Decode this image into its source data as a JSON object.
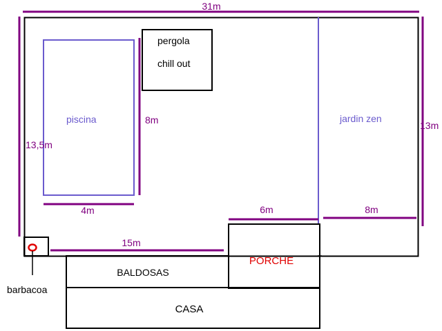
{
  "colors": {
    "outline": "#000000",
    "dimension": "#800080",
    "pool": "#6a5acd",
    "porch": "#e00000",
    "text": "#000000"
  },
  "dimensions": {
    "width_total": "31m",
    "depth_left": "13,5m",
    "pool_depth": "8m",
    "pool_width": "4m",
    "terrace_length": "15m",
    "porch_width": "6m",
    "zen_width": "8m",
    "zen_depth": "13m"
  },
  "areas": {
    "pergola_line1": "pergola",
    "pergola_line2": "chill out",
    "pool": "piscina",
    "zen_garden": "jardin zen",
    "porch": "PORCHE",
    "tiles": "BALDOSAS",
    "house": "CASA",
    "barbecue": "barbacoa"
  },
  "icons": {
    "barbecue": "barbecue-marker-icon"
  }
}
